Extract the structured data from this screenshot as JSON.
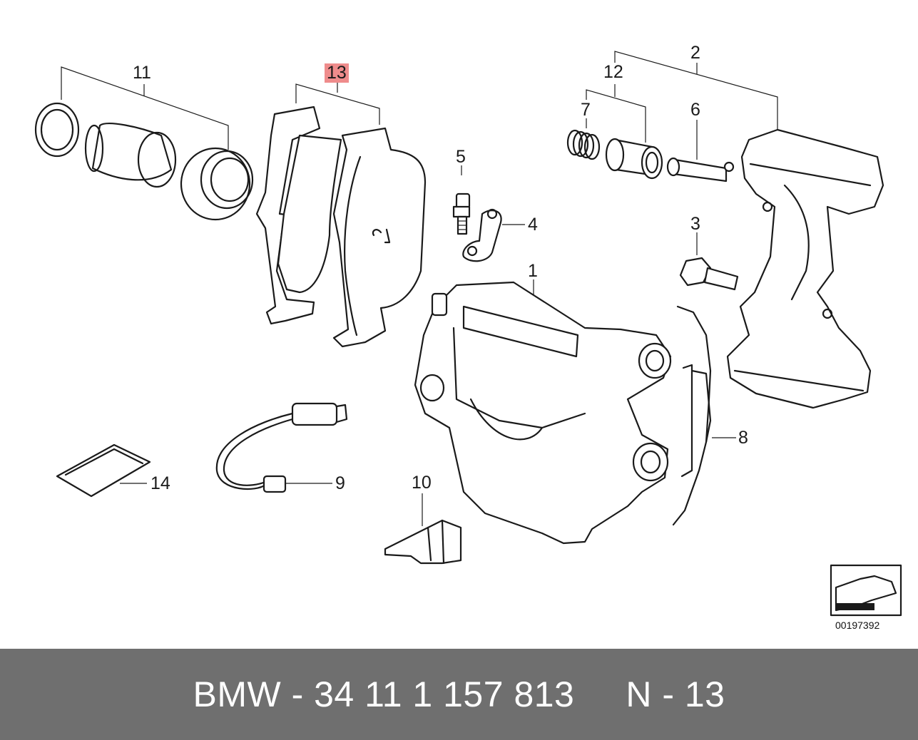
{
  "diagram": {
    "callouts": [
      {
        "id": "1",
        "label": "1"
      },
      {
        "id": "2",
        "label": "2"
      },
      {
        "id": "3",
        "label": "3"
      },
      {
        "id": "4",
        "label": "4"
      },
      {
        "id": "5",
        "label": "5"
      },
      {
        "id": "6",
        "label": "6"
      },
      {
        "id": "7",
        "label": "7"
      },
      {
        "id": "8",
        "label": "8"
      },
      {
        "id": "9",
        "label": "9"
      },
      {
        "id": "10",
        "label": "10"
      },
      {
        "id": "11",
        "label": "11"
      },
      {
        "id": "12",
        "label": "12"
      },
      {
        "id": "13",
        "label": "13",
        "highlighted": true
      },
      {
        "id": "14",
        "label": "14"
      }
    ],
    "catalog_id": "00197392",
    "highlight_color": "#ef8c8c"
  },
  "footer": {
    "text": "BMW - 34 11 1 157 813     N - 13",
    "background": "#6f6f6f"
  }
}
